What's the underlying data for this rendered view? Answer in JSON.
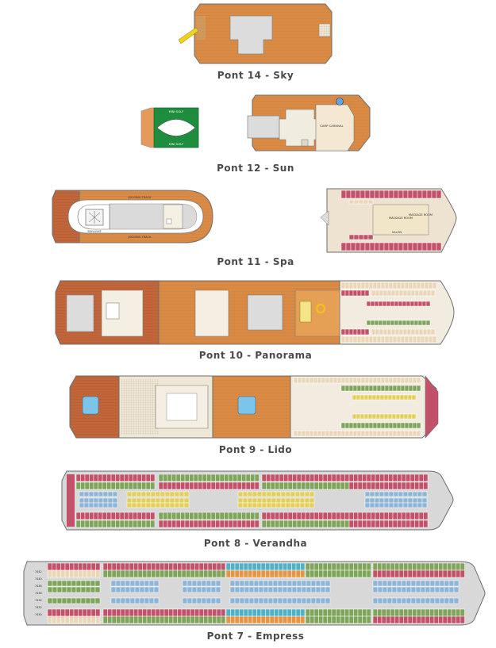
{
  "decks": [
    {
      "label": "Pont 14 - Sky",
      "key": "sky"
    },
    {
      "label": "Pont 12 - Sun",
      "key": "sun",
      "areas": {
        "mini_golf_top": "MINI GOLF",
        "mini_golf_bottom": "MINI GOLF",
        "camp": "CAMP CARNIVAL"
      }
    },
    {
      "label": "Pont 11 - Spa",
      "key": "spa",
      "areas": {
        "jogging_top": "JOGGING TRACK",
        "jogging_bottom": "JOGGING TRACK",
        "skylight": "SKYLIGHT",
        "massage": "MASSAGE ROOM",
        "massage2": "MASSAGE ROOM",
        "salon": "SALON"
      }
    },
    {
      "label": "Pont 10 - Panorama",
      "key": "panorama"
    },
    {
      "label": "Pont 9 - Lido",
      "key": "lido"
    },
    {
      "label": "Pont 8 - Verandha",
      "key": "verandha"
    },
    {
      "label": "Pont 7 - Empress",
      "key": "empress",
      "cabins": [
        "7442",
        "7440",
        "7438",
        "7436",
        "7434",
        "7432",
        "7430"
      ]
    }
  ],
  "colors": {
    "deck_wood": "#d98a45",
    "deck_dark_wood": "#c0663a",
    "hull_grey": "#d8d8d8",
    "cabin_red": "#c2526a",
    "cabin_green": "#7fa55a",
    "cabin_blue": "#8fb5d6",
    "cabin_yellow": "#e3cf5c",
    "cabin_beige": "#ead7b8",
    "cabin_teal": "#4fb1c6",
    "cabin_orange": "#e79545",
    "golf_green": "#1e8e3e",
    "label_grey": "#4a4a4a"
  }
}
